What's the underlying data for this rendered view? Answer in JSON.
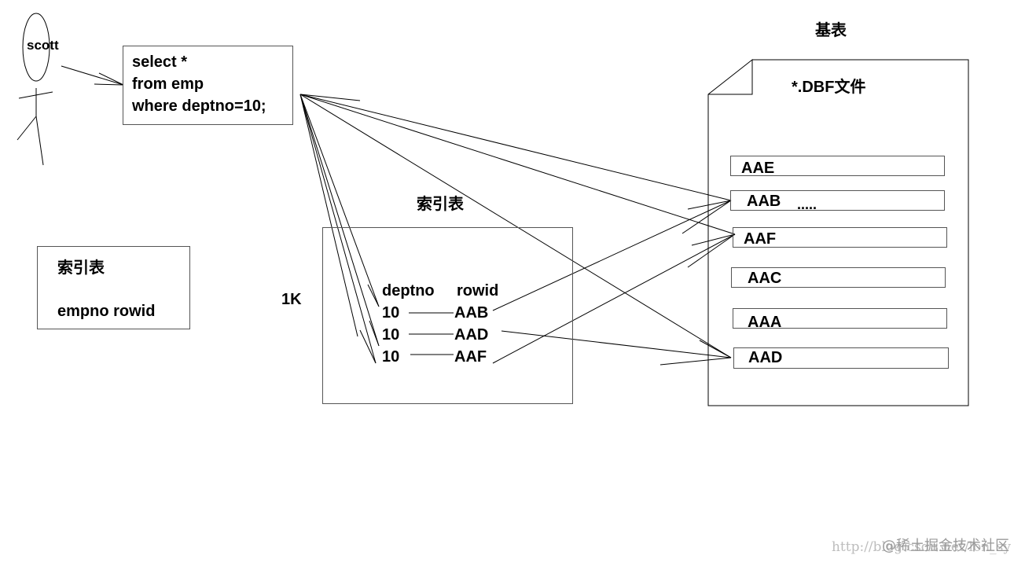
{
  "user": {
    "name": "scott"
  },
  "query": {
    "lines": [
      "select *",
      "from emp",
      "where deptno=10;"
    ]
  },
  "base_table": {
    "title": "基表",
    "file_label": "*.DBF文件",
    "rows": [
      "AAE",
      "AAB",
      "AAF",
      "AAC",
      "AAA",
      "AAD"
    ],
    "ellipsis": "....."
  },
  "index_table": {
    "title": "索引表",
    "header_deptno": "deptno",
    "header_rowid": "rowid",
    "size_label": "1K",
    "entries": [
      {
        "deptno": "10",
        "rowid": "AAB"
      },
      {
        "deptno": "10",
        "rowid": "AAD"
      },
      {
        "deptno": "10",
        "rowid": "AAF"
      }
    ]
  },
  "legend_box": {
    "title": "索引表",
    "text": "empno rowid"
  },
  "watermark": {
    "url": "http://blog.csdn.net/lon_sy",
    "site": "@稀土掘金技术社区"
  },
  "colors": {
    "line": "#000000",
    "border": "#555555",
    "watermark": "#bdbdbd"
  }
}
